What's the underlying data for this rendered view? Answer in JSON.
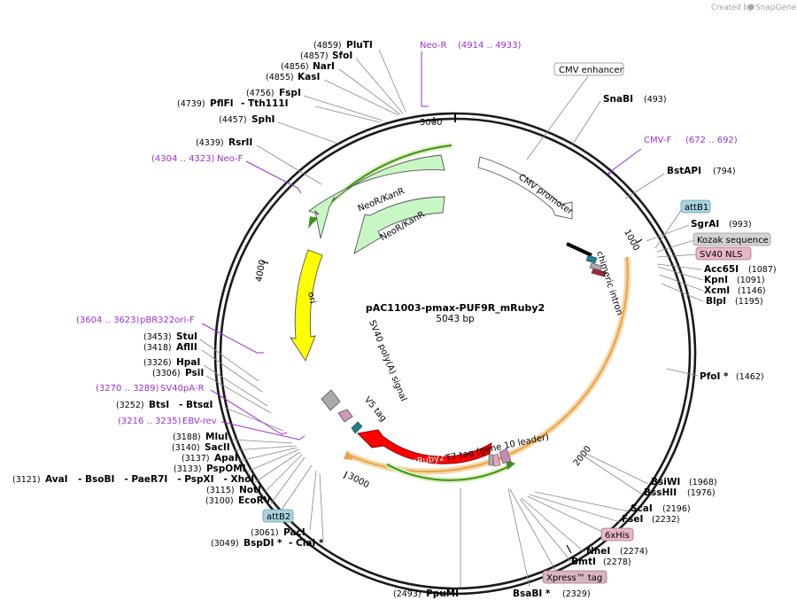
{
  "credit": {
    "prefix": "Created by",
    "brand": "SnapGene"
  },
  "plasmid": {
    "name": "pAC11003-pmax-PUF9R_mRuby2",
    "length_label": "5043 bp"
  },
  "ticks": [
    "1000",
    "2000",
    "3000",
    "4000",
    "5000"
  ],
  "features": {
    "cmv_promoter": "CMV promoter",
    "chimeric_intron": "chimeric intron",
    "neo1": "NeoR/KanR",
    "neo2": "NeoR/KanR",
    "ori": "ori",
    "sv40_polya": "SV40 poly(A) signal",
    "v5_tag": "V5 tag",
    "t7_tag": "T7 tag (gene 10 leader)",
    "mruby2": "mRuby2"
  },
  "boxed_labels": {
    "cmv_enhancer": "CMV enhancer",
    "attb1": "attB1",
    "kozak": "Kozak sequence",
    "sv40_nls": "SV40 NLS",
    "attb2": "attB2",
    "his6": "6xHis",
    "xpress": "Xpress™ tag"
  },
  "box_colors": {
    "plain": "#ffffff",
    "attb": "#a9d3df",
    "kozak": "#d3d3d3",
    "pink": "#e8b7c5",
    "xpress": "#d9b4c2"
  },
  "primers": {
    "neo_r": {
      "name": "Neo-R",
      "range": "(4914 .. 4933)"
    },
    "cmv_f": {
      "name": "CMV-F",
      "range": "(672 .. 692)"
    },
    "neo_f": {
      "name": "Neo-F",
      "range": "(4304 .. 4323)"
    },
    "pbr322": {
      "name": "pBR322ori-F",
      "range": "(3604 .. 3623)"
    },
    "sv40pa": {
      "name": "SV40pA-R",
      "range": "(3270 .. 3289)"
    },
    "ebv": {
      "name": "EBV-rev",
      "range": "(3216 .. 3235)"
    }
  },
  "sites_left": [
    {
      "pos": "(4859)",
      "name": "PluTI"
    },
    {
      "pos": "(4857)",
      "name": "SfoI"
    },
    {
      "pos": "(4856)",
      "name": "NarI"
    },
    {
      "pos": "(4855)",
      "name": "KasI"
    },
    {
      "pos": "(4756)",
      "name": "FspI"
    },
    {
      "pos": "(4739)",
      "name": "PflFI",
      "extra": "- Tth111I"
    },
    {
      "pos": "(4457)",
      "name": "SphI"
    },
    {
      "pos": "(4339)",
      "name": "RsrII"
    },
    {
      "pos": "(3453)",
      "name": "StuI"
    },
    {
      "pos": "(3418)",
      "name": "AflII"
    },
    {
      "pos": "(3326)",
      "name": "HpaI"
    },
    {
      "pos": "(3306)",
      "name": "PsiI"
    },
    {
      "pos": "(3252)",
      "name": "BtsI",
      "extra": "- BtsαI"
    },
    {
      "pos": "(3188)",
      "name": "MluI"
    },
    {
      "pos": "(3140)",
      "name": "SacII"
    },
    {
      "pos": "(3137)",
      "name": "ApaI"
    },
    {
      "pos": "(3133)",
      "name": "PspOMI"
    },
    {
      "pos": "(3121)",
      "name": "AvaI",
      "extra": "- BsoBI   - PaeR7I   - PspXI   - XhoI"
    },
    {
      "pos": "(3115)",
      "name": "NotI"
    },
    {
      "pos": "(3100)",
      "name": "EcoRV"
    },
    {
      "pos": "(3061)",
      "name": "PacI"
    },
    {
      "pos": "(3049)",
      "name": "BspDI *",
      "extra": "- ClaI *"
    },
    {
      "pos": "(2493)",
      "name": "PpuMI"
    }
  ],
  "sites_right": [
    {
      "name": "SnaBI",
      "pos": "(493)"
    },
    {
      "name": "BstAPI",
      "pos": "(794)"
    },
    {
      "name": "SgrAI",
      "pos": "(993)"
    },
    {
      "name": "Acc65I",
      "pos": "(1087)"
    },
    {
      "name": "KpnI",
      "pos": "(1091)"
    },
    {
      "name": "XcmI",
      "pos": "(1146)"
    },
    {
      "name": "BlpI",
      "pos": "(1195)"
    },
    {
      "name": "PfoI *",
      "pos": "(1462)"
    },
    {
      "name": "BsiWI",
      "pos": "(1968)"
    },
    {
      "name": "BssHII",
      "pos": "(1976)"
    },
    {
      "name": "ScaI",
      "pos": "(2196)"
    },
    {
      "name": "FseI",
      "pos": "(2232)"
    },
    {
      "name": "NheI",
      "pos": "(2274)"
    },
    {
      "name": "BmtI",
      "pos": "(2278)"
    },
    {
      "name": "BsaBI *",
      "pos": "(2329)"
    }
  ]
}
